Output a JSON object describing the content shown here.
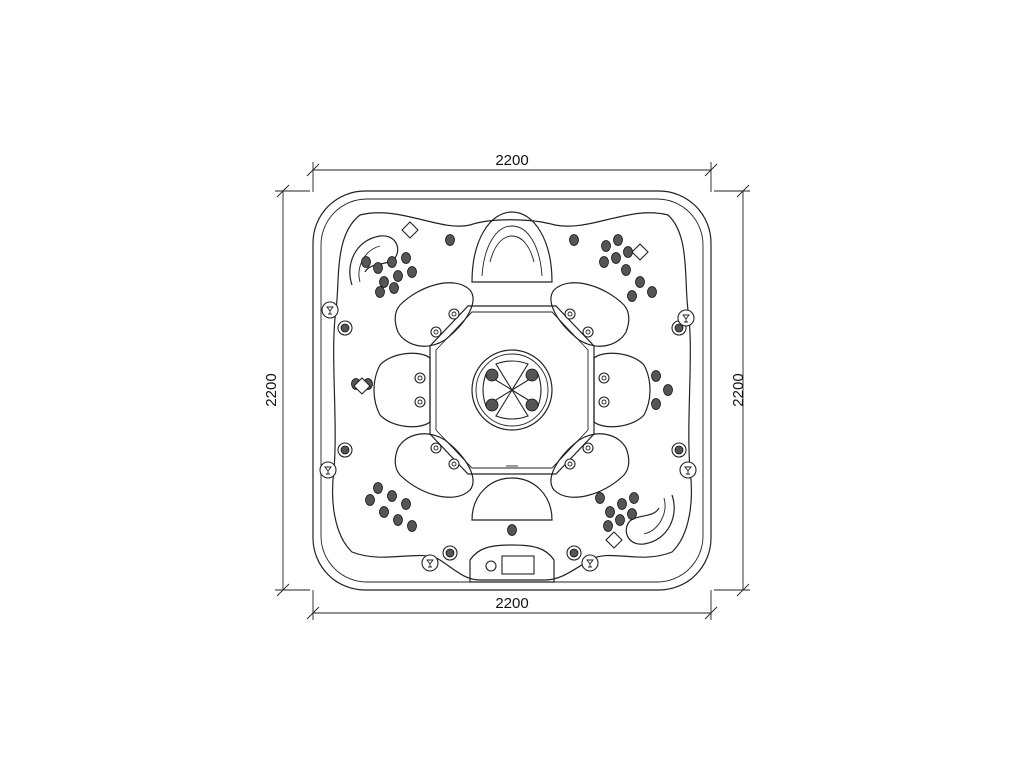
{
  "dimensions": {
    "top": "2200",
    "bottom": "2200",
    "left": "2200",
    "right": "2200"
  },
  "line_color": "#222222",
  "background_color": "#ffffff"
}
